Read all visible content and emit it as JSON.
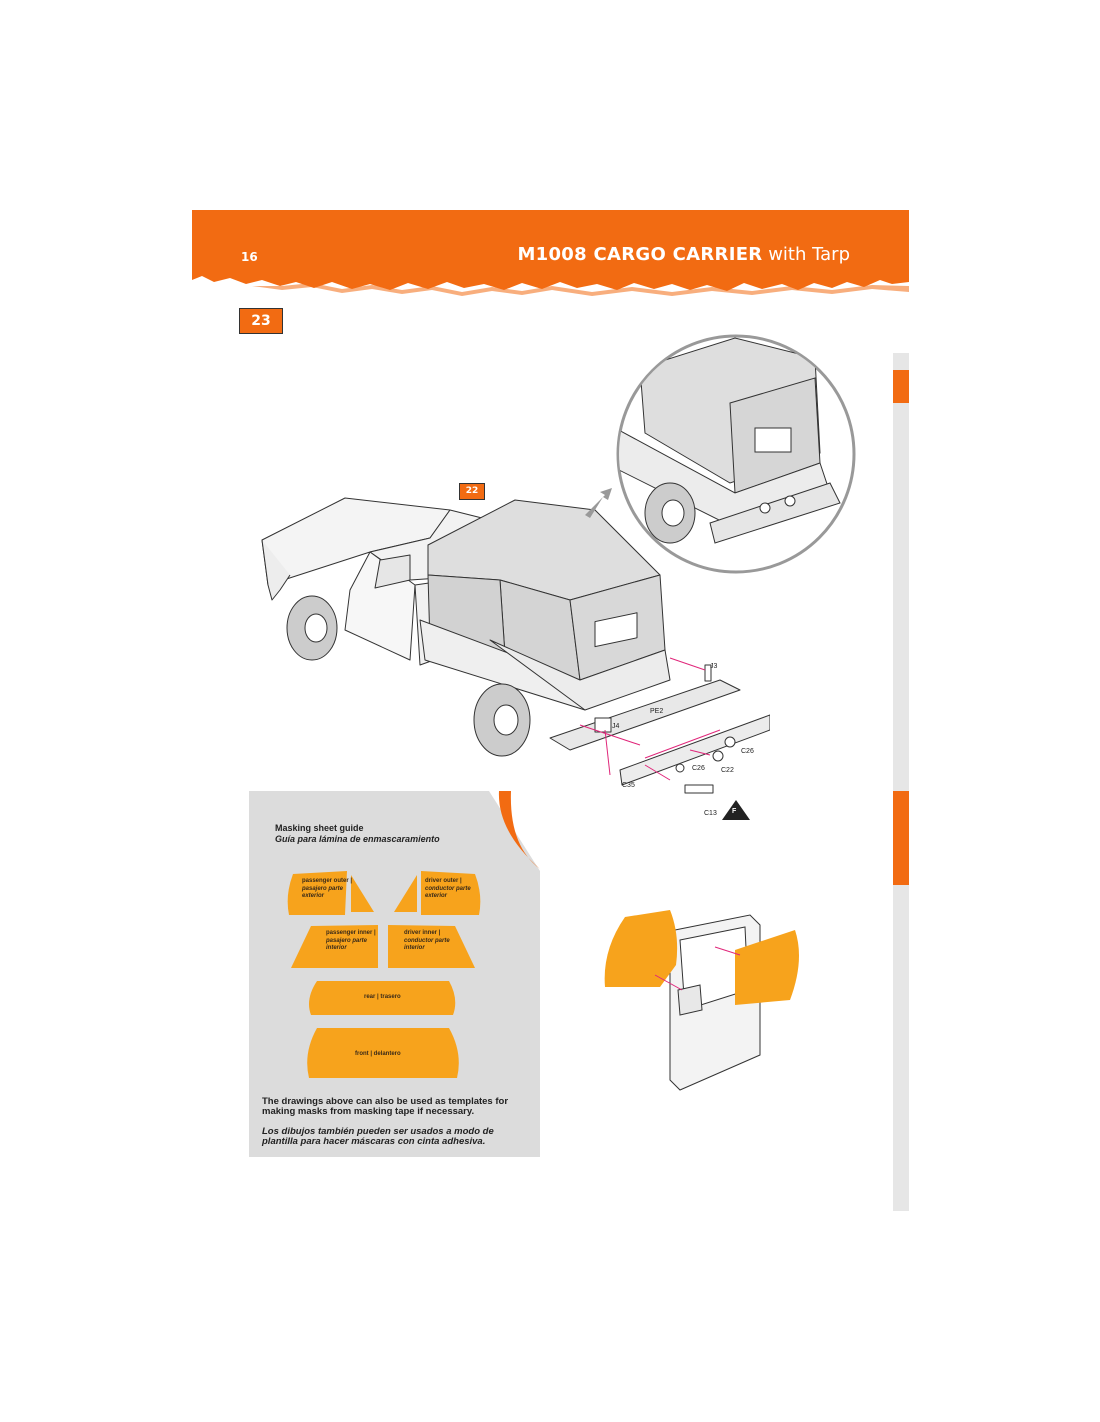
{
  "header": {
    "page_number": "16",
    "title_bold": "M1008 CARGO CARRIER",
    "title_rest": " with Tarp",
    "accent_color": "#f26b12"
  },
  "steps": {
    "current": "23",
    "reference": "22"
  },
  "part_labels": {
    "j3": "J3",
    "j4": "J4",
    "pe2": "PE2",
    "c26_a": "C26",
    "c26_b": "C26",
    "c22": "C22",
    "c35": "C35",
    "c13": "C13",
    "marker_f": "F"
  },
  "masking_guide": {
    "title": "Masking sheet guide",
    "title_es": "Guía para lámina de enmascaramiento",
    "masks": {
      "passenger_outer": {
        "en": "passenger outer |",
        "es": "pasajero parte exterior"
      },
      "driver_outer": {
        "en": "driver outer |",
        "es": "conductor parte exterior"
      },
      "passenger_inner": {
        "en": "passenger inner |",
        "es": "pasajero parte interior"
      },
      "driver_inner": {
        "en": "driver inner |",
        "es": "conductor parte interior"
      },
      "rear": "rear | trasero",
      "front": "front | delantero"
    },
    "note_en": "The drawings above can also be used as templates for making masks from masking tape if necessary.",
    "note_es": "Los dibujos también pueden ser usados a modo de plantilla para hacer máscaras con cinta adhesiva."
  },
  "colors": {
    "orange": "#f26b12",
    "mask_orange": "#f7a31c",
    "panel_gray": "#dcdcdc",
    "assembly_line": "#e0267a"
  }
}
